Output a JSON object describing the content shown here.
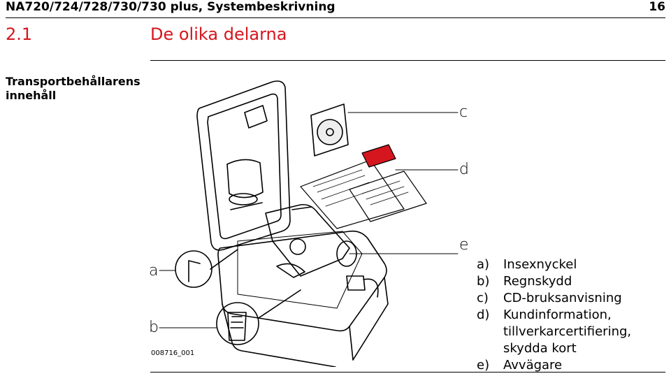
{
  "header": {
    "title": "NA720/724/728/730/730 plus, Systembeskrivning",
    "page_number": "16"
  },
  "section": {
    "number": "2.1",
    "title": "De olika delarna"
  },
  "side_heading": "Transportbehållarens innehåll",
  "figure": {
    "callouts": {
      "a": "a",
      "b": "b",
      "c": "c",
      "d": "d",
      "e": "e"
    },
    "image_code": "008716_001"
  },
  "legend": [
    {
      "key": "a)",
      "text": "Insexnyckel"
    },
    {
      "key": "b)",
      "text": "Regnskydd"
    },
    {
      "key": "c)",
      "text": "CD-bruksanvisning"
    },
    {
      "key": "d)",
      "text": "Kundinformation, tillverkarcertifiering, skydda kort"
    },
    {
      "key": "e)",
      "text": "Avvägare"
    }
  ],
  "colors": {
    "accent": "#d5161e",
    "card": "#d5161e"
  }
}
